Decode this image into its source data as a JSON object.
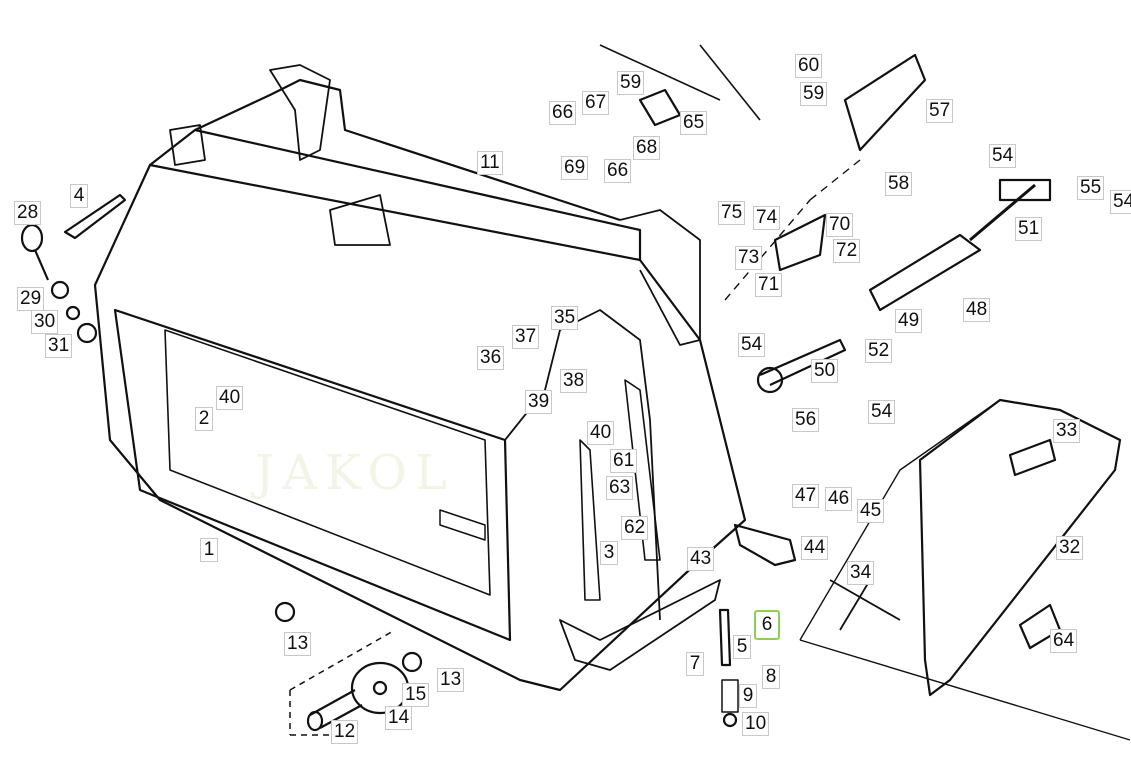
{
  "watermark": "JAKOL",
  "highlight_color": "#8cd152",
  "callouts": [
    "28",
    "4",
    "29",
    "30",
    "31",
    "2",
    "40",
    "1",
    "13",
    "12",
    "14",
    "15",
    "13",
    "11",
    "36",
    "37",
    "35",
    "38",
    "39",
    "40",
    "61",
    "63",
    "62",
    "3",
    "43",
    "6",
    "5",
    "7",
    "8",
    "9",
    "10",
    "66",
    "67",
    "59",
    "65",
    "68",
    "69",
    "66",
    "60",
    "59",
    "57",
    "58",
    "75",
    "74",
    "70",
    "73",
    "72",
    "71",
    "54",
    "55",
    "54",
    "51",
    "48",
    "49",
    "52",
    "54",
    "50",
    "56",
    "54",
    "47",
    "46",
    "45",
    "44",
    "33",
    "32",
    "34",
    "64"
  ],
  "highlighted_callout": "6"
}
